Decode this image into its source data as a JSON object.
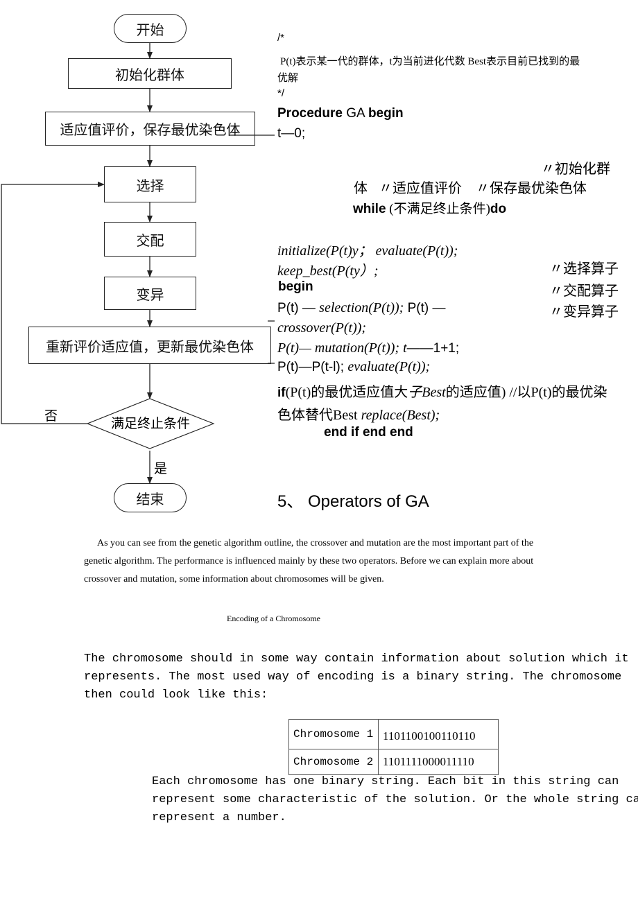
{
  "flowchart": {
    "start": "开始",
    "init": "初始化群体",
    "eval": "适应值评价，保存最优染色体",
    "select": "选择",
    "crossover": "交配",
    "mutate": "变异",
    "reeval": "重新评价适应值，更新最优染色体",
    "decision": "满足终止条件",
    "no": "否",
    "yes": "是",
    "end": "结束"
  },
  "code": {
    "c_open": "/*",
    "c_line1": "P(t)表示某一代的群体，t为当前进化代数  Best表示目前已找到的最",
    "c_line2": "优解",
    "c_close": "*/",
    "proc_kw1": "Procedure",
    "proc_name": " GA ",
    "proc_kw2": "begin",
    "t0": "t—0;",
    "cm_init_a": "〃初始化群",
    "cm_init_b": "体",
    "cm_eval": "〃适应值评价",
    "cm_keep": "〃保存最优染色体",
    "while_kw": "while",
    "while_cond": " (不满足终止条件)",
    "while_do": "do",
    "l_init": "initialize(P(t)y；  evaluate(P(t));",
    "l_keep": "keep_best(P(ty）;",
    "cm_select": "〃选择算子",
    "begin_kw": "begin",
    "cm_cross": "〃交配算子",
    "l_sel_a": "P(t) — ",
    "l_sel_b": "selection(P(t));",
    "l_sel_c": " P(t) —",
    "cm_mut": "〃变异算子",
    "l_cross": "crossover(P(t));",
    "l_mut_a": "P(t)— mutation(P(t)); t",
    "l_mut_b": "——1+1;",
    "l_pt_a": "P(t)—P(t-l); ",
    "l_pt_b": "evaluate(P(t));",
    "if_kw": "if",
    "if_a": "(P(t)的最优适应值大",
    "if_b": "子Best",
    "if_c": "的适应值) //以P(t)的最优染",
    "replace_a": "色体替代Best ",
    "replace_b": "replace(Best);",
    "endif": "end if end end"
  },
  "section": {
    "heading": "5、  Operators of GA",
    "para1_l1": "As you can see from the genetic algorithm outline, the crossover and mutation are the most important part of the",
    "para1_l2": "genetic algorithm. The performance is influenced mainly by these two operators. Before we can explain more about",
    "para1_l3": "crossover and mutation, some information about chromosomes will be given.",
    "subheading": "Encoding of a Chromosome",
    "para2_l1": "The chromosome should in some way contain information about solution which it",
    "para2_l2": "represents. The most used way of encoding is a binary string. The chromosome",
    "para2_l3": "then could look like this:",
    "para3_l1": "Each chromosome has one binary string. Each bit in this string can",
    "para3_l2": "represent some characteristic of the solution. Or the whole string can",
    "para3_l3": "represent a number."
  },
  "table": {
    "rows": [
      {
        "label": "Chromosome 1",
        "value": "1101100100110110"
      },
      {
        "label": "Chromosome 2",
        "value": "1101111000011110"
      }
    ]
  }
}
